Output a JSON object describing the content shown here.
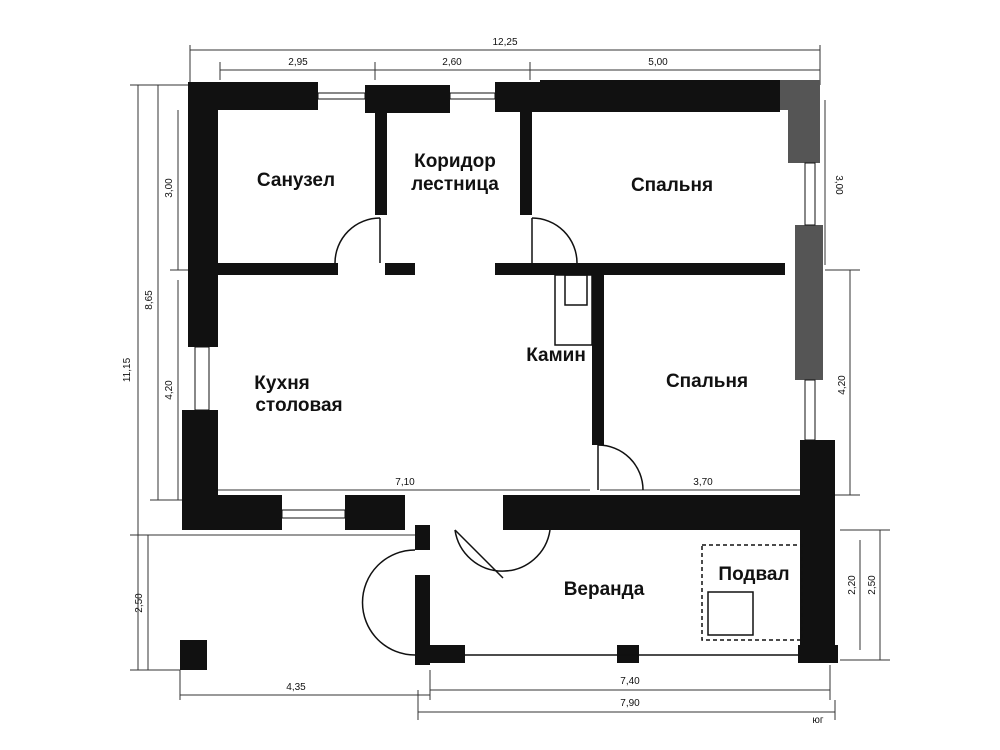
{
  "rooms": {
    "bathroom": "Санузел",
    "corridor_line1": "Коридор",
    "corridor_line2": "лестница",
    "bedroom_top": "Спальня",
    "fireplace": "Камин",
    "kitchen_line1": "Кухня",
    "kitchen_line2": "столовая",
    "bedroom_bottom": "Спальня",
    "veranda": "Веранда",
    "cellar": "Подвал"
  },
  "dimensions": {
    "overall_width": "12,25",
    "bath_width": "2,95",
    "corridor_width": "2,60",
    "bedroom_width": "5,00",
    "left_total_height": "11,15",
    "left_house_height": "8,65",
    "bath_height": "3,00",
    "kitchen_height": "4,20",
    "veranda_left_height": "2,50",
    "kitchen_width": "7,10",
    "bedroom2_width": "3,70",
    "bedroom_top_height": "3,00",
    "bedroom2_height": "4,20",
    "veranda_right_height": "2,20",
    "veranda_outer_height": "2,50",
    "porch_width": "4,35",
    "veranda_width": "7,40",
    "veranda_outer_width": "7,90"
  },
  "compass": "юг",
  "colors": {
    "wall": "#111111",
    "wall_gray": "#555555",
    "background": "#ffffff"
  }
}
